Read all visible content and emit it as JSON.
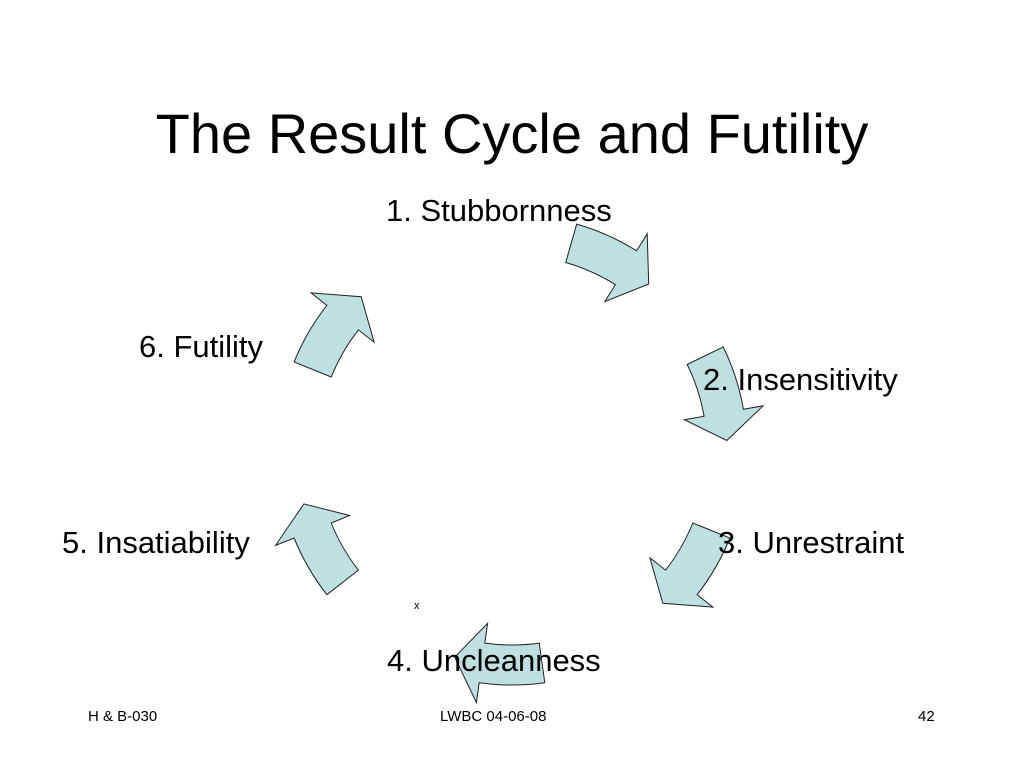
{
  "title": "The Result Cycle and Futility",
  "stages": [
    "1. Stubbornness",
    "2. Insensitivity",
    "3. Unrestraint",
    "4. Uncleanness",
    "5. Insatiability",
    "6. Futility"
  ],
  "marker": "x",
  "footer": {
    "left": "H & B-030",
    "center": "LWBC 04-06-08",
    "right": "42"
  },
  "colors": {
    "arrow_fill": "#bfe0e0",
    "arrow_stroke": "#222222",
    "text": "#000000",
    "background": "#ffffff"
  }
}
